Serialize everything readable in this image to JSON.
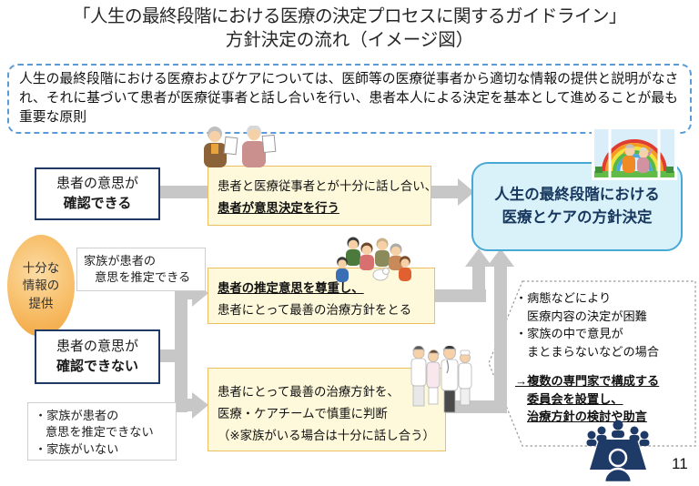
{
  "title": {
    "line1": "「人生の最終段階における医療の決定プロセスに関するガイドライン」",
    "line2": "方針決定の流れ（イメージ図）"
  },
  "principle_note": "人生の最終段階における医療およびケアについては、医師等の医療従事者から適切な情報の提供と説明がなされ、それに基づいて患者が医療従事者と話し合いを行い、患者本人による決定を基本として進めることが最も重要な原則",
  "conditions": {
    "can_confirm": {
      "line1": "患者の意思が",
      "line2": "確認できる"
    },
    "cannot_confirm": {
      "line1": "患者の意思が",
      "line2": "確認できない"
    },
    "family_can_estimate": {
      "line1": "家族が患者の",
      "line2": "意思を推定できる"
    },
    "family_cannot": {
      "line1": "・家族が患者の",
      "line2": "意思を推定できない",
      "line3": "・家族がいない"
    },
    "info_provision": {
      "line1": "十分な",
      "line2": "情報の",
      "line3": "提供"
    }
  },
  "process_boxes": {
    "decide_by_patient": {
      "line1": "患者と医療従事者とが十分に話し合い、",
      "line2": "患者が意思決定を行う"
    },
    "respect_estimated_will": {
      "line1": "患者の推定意思を尊重し、",
      "line2": "患者にとって最善の治療方針をとる"
    },
    "team_judgement": {
      "line1": "患者にとって最善の治療方針を、",
      "line2": "医療・ケアチームで慎重に判断",
      "line3": "（※家族がいる場合は十分に話し合う）"
    }
  },
  "outcome": {
    "line1": "人生の最終段階における",
    "line2": "医療とケアの方針決定"
  },
  "exception_box": {
    "bullet1a": "・病態などにより",
    "bullet1b": "医療内容の決定が困難",
    "bullet2a": "・家族の中で意見が",
    "bullet2b": "まとまらないなどの場合",
    "action1": "→複数の専門家で構成する",
    "action2": "委員会を設置し、",
    "action3": "治療方針の検討や助言"
  },
  "page_number": "11",
  "icons": {
    "patients_documents": "elderly-patients-with-documents-icon",
    "family_group": "family-group-icon",
    "care_team": "medical-care-team-icon",
    "outcome_scene": "window-rainbow-elderly-couple-icon",
    "committee": "committee-meeting-icon"
  },
  "colors": {
    "dashed_border": "#5B9BD5",
    "dark_box_border": "#203864",
    "process_bg": "#FEF9DB",
    "process_border": "#F0BE62",
    "outcome_bg": "#D9F1F9",
    "outcome_border": "#48A9D6",
    "outcome_text": "#17375E",
    "info_ellipse": "#F2A23B",
    "arrow_gray": "#C7C7C7",
    "committee_navy": "#1E3A66"
  }
}
